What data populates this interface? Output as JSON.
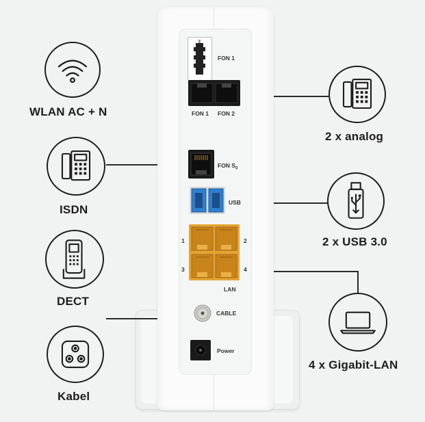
{
  "features": {
    "wlan": "WLAN AC + N",
    "isdn": "ISDN",
    "dect": "DECT",
    "kabel": "Kabel",
    "analog": "2 x analog",
    "usb": "2 x USB 3.0",
    "lan": "4 x Gigabit-LAN"
  },
  "ports": {
    "fon1_top": "FON 1",
    "fon1": "FON 1",
    "fon2": "FON 2",
    "fons0": "FON S",
    "fons0_sub": "0",
    "usb": "USB",
    "lan_1": "1",
    "lan_2": "2",
    "lan_3": "3",
    "lan_4": "4",
    "lan": "LAN",
    "cable": "CABLE",
    "power": "Power"
  },
  "colors": {
    "background": "#f1f3f3",
    "device": "#fbfbfb",
    "lan_ports": "#e3a432",
    "usb_ports": "#2f7fd0",
    "icon_stroke": "#1d1d1d"
  }
}
